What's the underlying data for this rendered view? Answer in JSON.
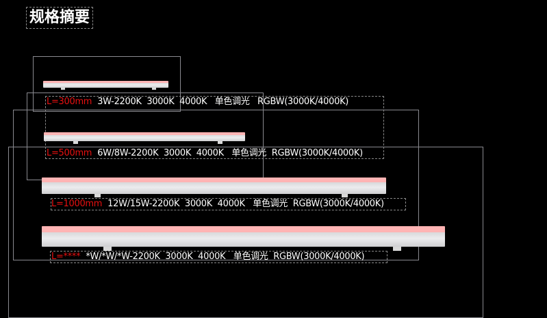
{
  "title": "规格摘要",
  "colors": {
    "length_label": "#e81010",
    "led_strip": "#ffb4b4"
  },
  "specs": [
    {
      "length": "L=300mm",
      "detail": "3W-2200K  3000K  4000K   单色调光   RGBW(3000K/4000K)"
    },
    {
      "length": "L=500mm",
      "detail": "6W/8W-2200K  3000K  4000K   单色调光  RGBW(3000K/4000K)"
    },
    {
      "length": "L=1000mm",
      "detail": "12W/15W-2200K  3000K  4000K   单色调光  RGBW(3000K/4000K)"
    },
    {
      "length": "L=****",
      "detail": "*W/*W/*W-2200K  3000K  4000K   单色调光  RGBW(3000K/4000K)"
    }
  ]
}
